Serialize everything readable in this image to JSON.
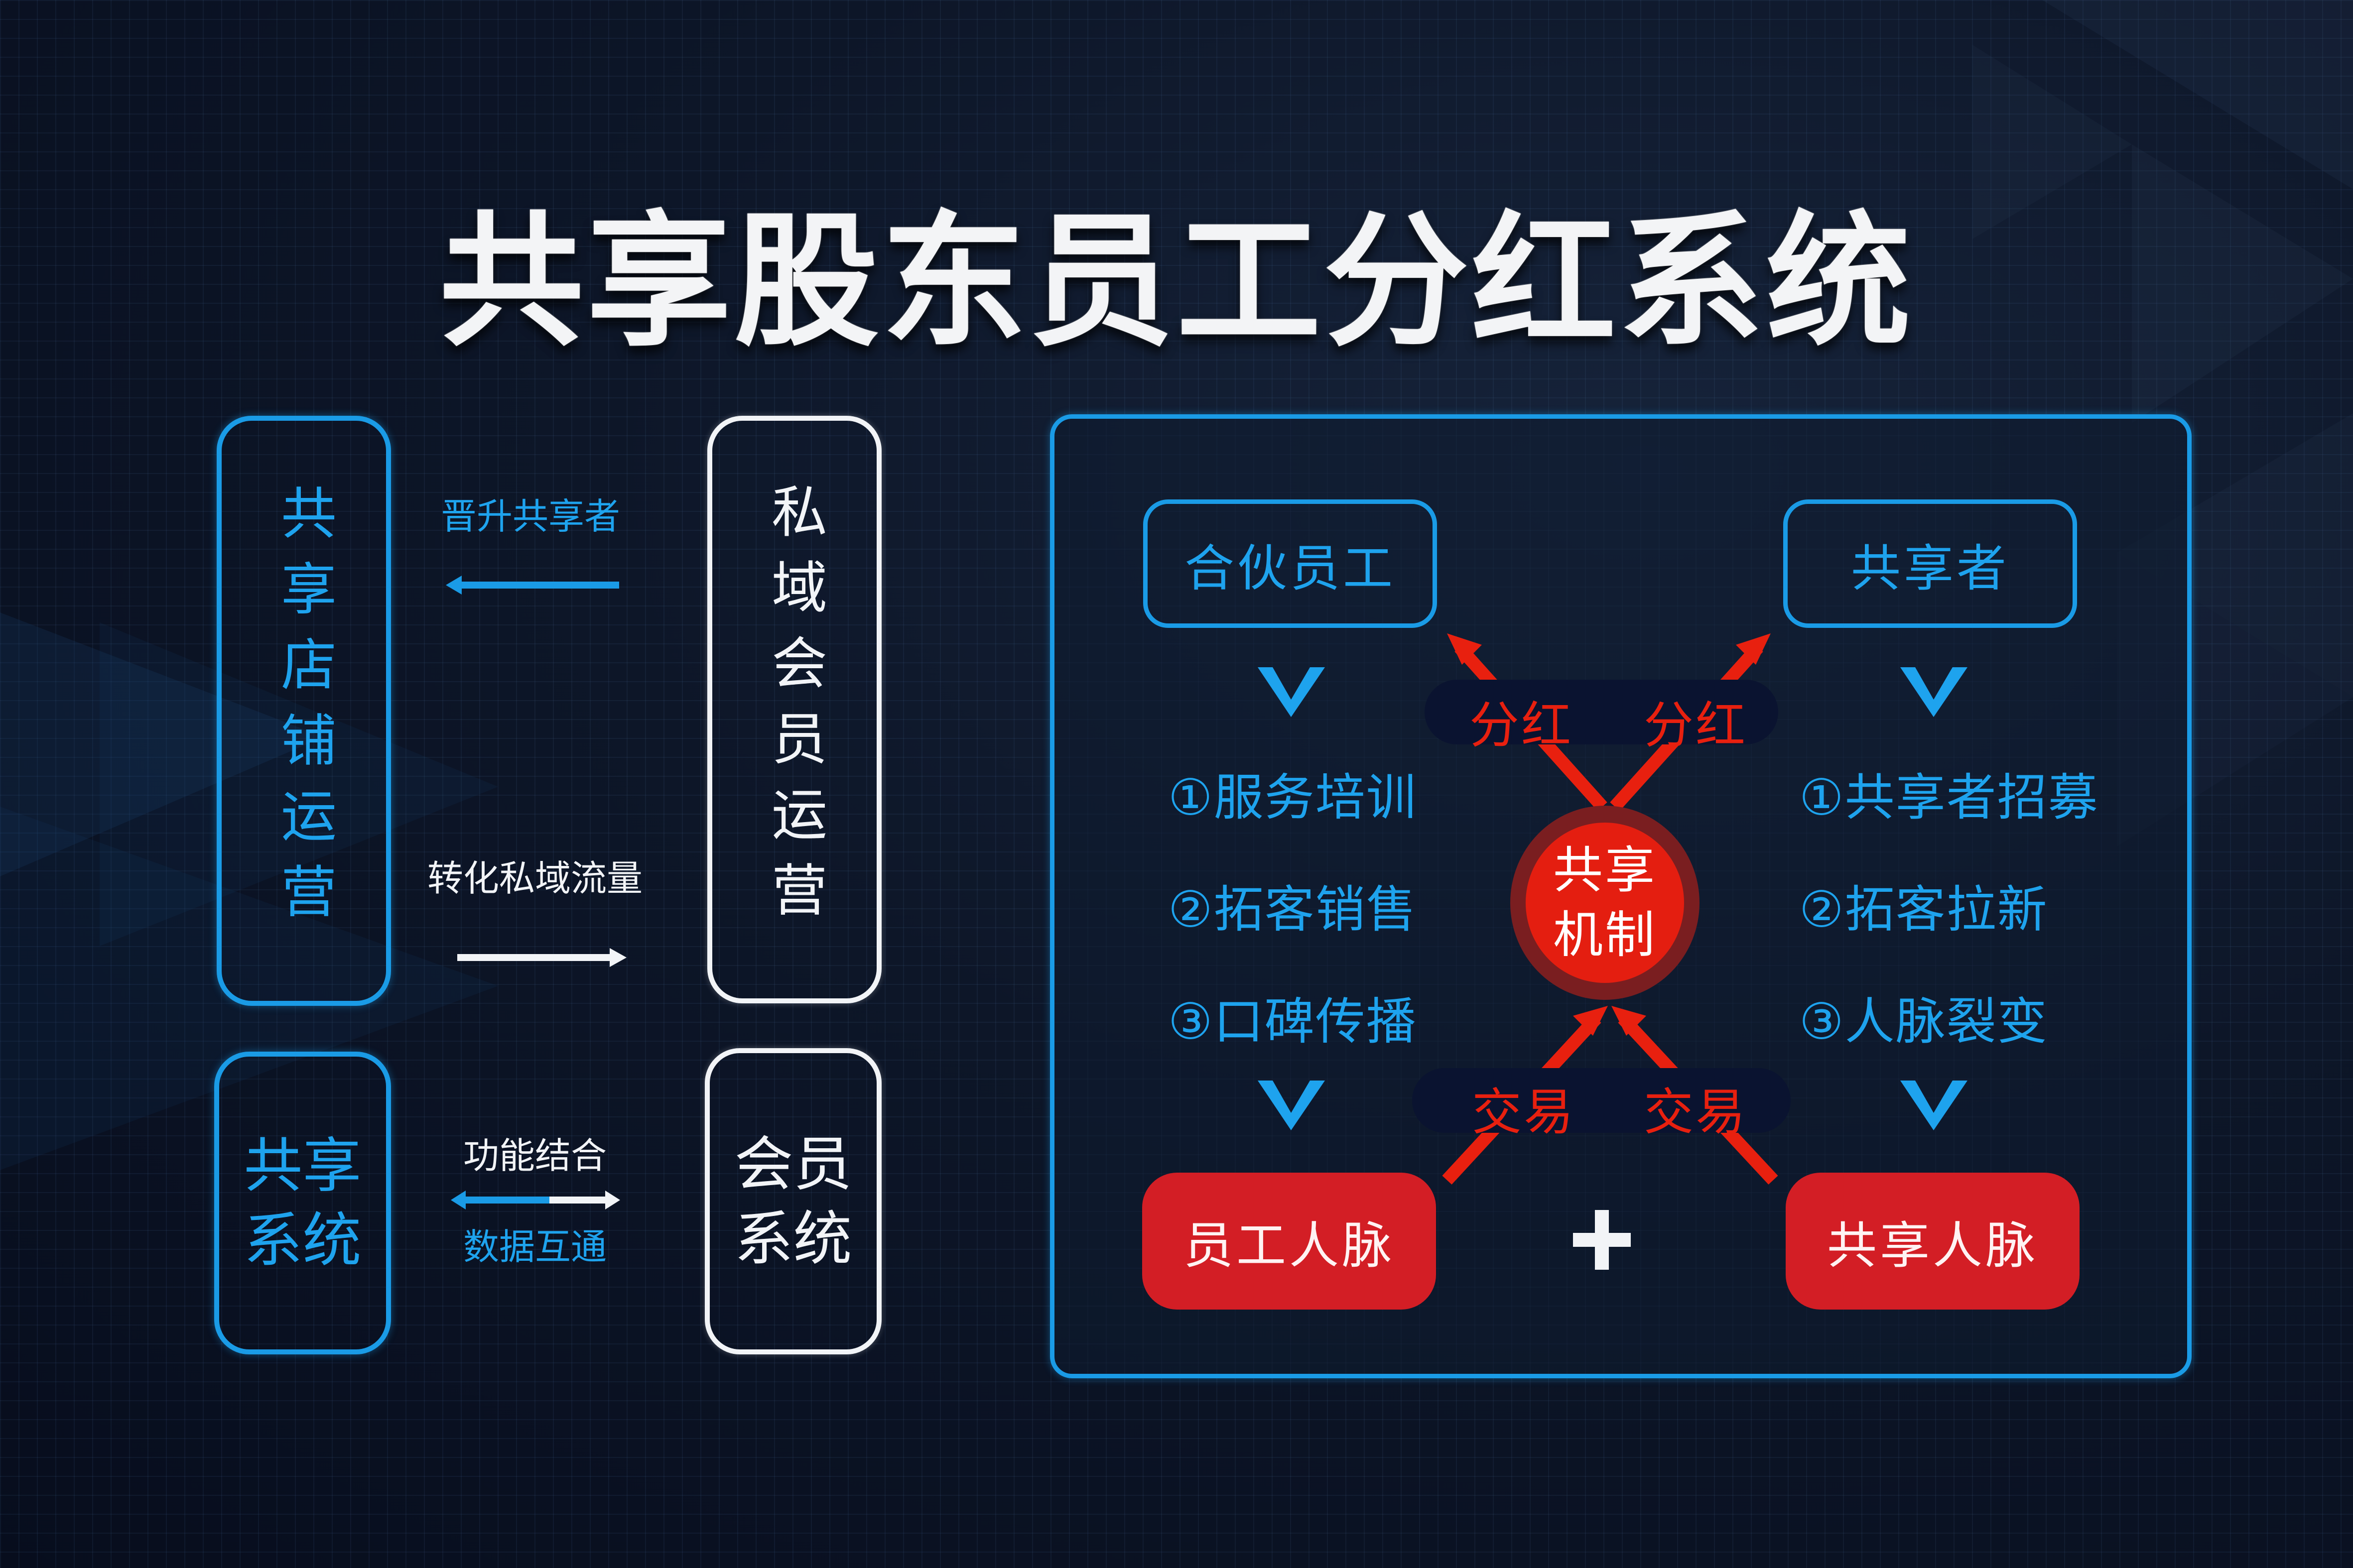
{
  "title": "共享股东员工分红系统",
  "colors": {
    "background": "#0d1628",
    "accent_blue": "#1a9be6",
    "text_blue": "#1ea3ee",
    "white": "#f2f4f7",
    "red_box": "#d31e25",
    "red_arrow": "#e8200f",
    "core_outer": "#7a1e20",
    "core_inner": "#e41e10"
  },
  "left": {
    "shop_operation": "共享店铺运营",
    "private_member_operation": "私域会员运营",
    "upgrade_label": "晋升共享者",
    "convert_label": "转化私域流量",
    "share_system": {
      "line1": "共享",
      "line2": "系统"
    },
    "member_system": {
      "line1": "会员",
      "line2": "系统"
    },
    "function_label": "功能结合",
    "data_label": "数据互通"
  },
  "right": {
    "partner_role": "合伙员工",
    "sharer_role": "共享者",
    "partner_steps": [
      "①服务培训",
      "②拓客销售",
      "③口碑传播"
    ],
    "sharer_steps": [
      "①共享者招募",
      "②拓客拉新",
      "③人脉裂变"
    ],
    "dividend_labels": [
      "分红",
      "分红"
    ],
    "trade_labels": [
      "交易",
      "交易"
    ],
    "core": {
      "line1": "共享",
      "line2": "机制"
    },
    "employee_network": "员工人脉",
    "sharer_network": "共享人脉",
    "plus_icon": "plus-icon"
  }
}
